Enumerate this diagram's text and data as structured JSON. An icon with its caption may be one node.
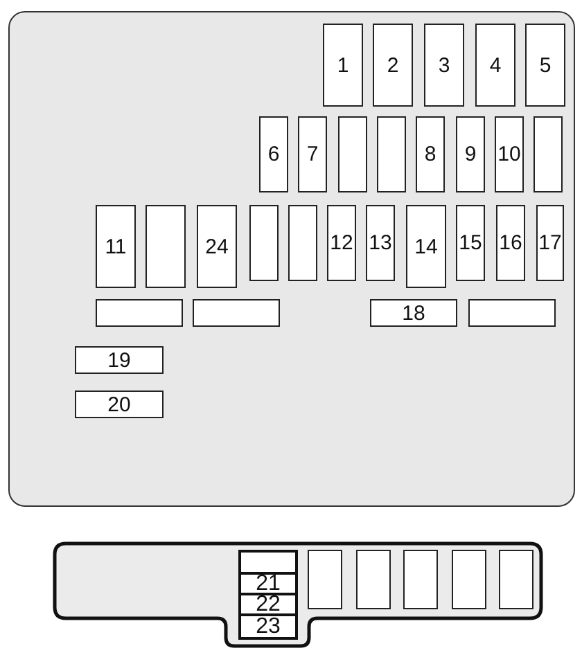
{
  "diagram": {
    "nodes": [
      {
        "text": [],
        "shape": "box"
      },
      {
        "text": [
          "1"
        ],
        "in": 0
      },
      {
        "text": [
          "2"
        ],
        "in": 0
      },
      {
        "text": [
          "3"
        ],
        "in": 0
      },
      {
        "text": [
          "4"
        ],
        "in": 0
      },
      {
        "text": [
          "5"
        ],
        "in": 0
      },
      {
        "text": [
          "6"
        ],
        "in": 0
      },
      {
        "text": [
          "7"
        ],
        "in": 0
      },
      {
        "text": [],
        "shape": "box",
        "in": 0
      },
      {
        "text": [],
        "shape": "box",
        "in": 0
      },
      {
        "text": [
          "8"
        ],
        "in": 0
      },
      {
        "text": [
          "9"
        ],
        "in": 0
      },
      {
        "text": [
          "10"
        ],
        "in": 0
      },
      {
        "text": [],
        "shape": "box",
        "in": 0
      },
      {
        "text": [
          "11"
        ],
        "in": 0
      },
      {
        "text": [],
        "shape": "box",
        "in": 0
      },
      {
        "text": [
          "24"
        ],
        "in": 0
      },
      {
        "text": [],
        "shape": "box",
        "in": 0
      },
      {
        "text": [],
        "shape": "box",
        "in": 0
      },
      {
        "text": [
          "12"
        ],
        "in": 0
      },
      {
        "text": [
          "13"
        ],
        "in": 0
      },
      {
        "text": [
          "14"
        ],
        "in": 0
      },
      {
        "text": [
          "15"
        ],
        "in": 0
      },
      {
        "text": [
          "16"
        ],
        "in": 0
      },
      {
        "text": [
          "17"
        ],
        "in": 0
      },
      {
        "text": [],
        "shape": "box",
        "in": 0
      },
      {
        "text": [],
        "shape": "box",
        "in": 0
      },
      {
        "text": [
          "18"
        ],
        "in": 0
      },
      {
        "text": [],
        "shape": "box",
        "in": 0
      },
      {
        "text": [
          "19"
        ],
        "in": 0
      },
      {
        "text": [
          "20"
        ],
        "in": 0
      },
      {
        "text": [],
        "shape": "box"
      },
      {
        "text": [],
        "shape": "box",
        "in": 31
      },
      {
        "text": [
          "21"
        ],
        "in": 31
      },
      {
        "text": [
          "22"
        ],
        "in": 31
      },
      {
        "text": [
          "23"
        ],
        "in": 31
      },
      {
        "text": [],
        "shape": "box",
        "in": 31
      },
      {
        "text": [],
        "shape": "box",
        "in": 31
      },
      {
        "text": [],
        "shape": "box",
        "in": 31
      },
      {
        "text": [],
        "shape": "box",
        "in": 31
      },
      {
        "text": [],
        "shape": "box",
        "in": 31
      }
    ]
  }
}
